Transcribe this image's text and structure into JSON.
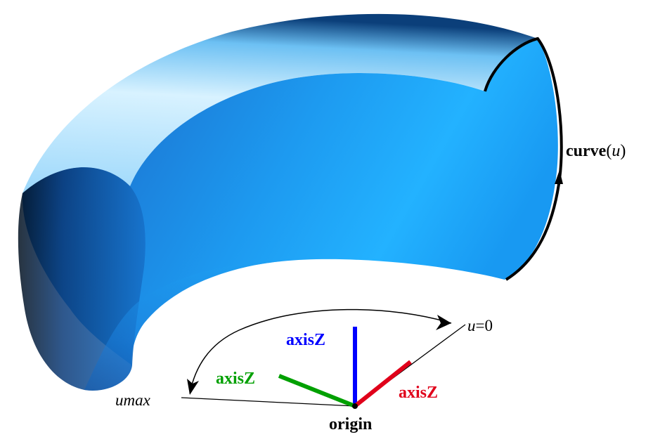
{
  "labels": {
    "curve_main": "curve",
    "curve_paren_open": "(",
    "curve_param": "u",
    "curve_paren_close": ")",
    "u_zero_param": "u",
    "u_zero_value": "=0",
    "umax": "umax",
    "axis_blue": "axisZ",
    "axis_green": "axisZ",
    "axis_red": "axisZ",
    "origin": "origin"
  },
  "colors": {
    "surface_light": "#e6f7ff",
    "surface_mid": "#1ea0f2",
    "surface_dark": "#041a33",
    "axis_blue": "#0000ff",
    "axis_green": "#00a000",
    "axis_red": "#e0001a",
    "ink": "#000000"
  }
}
